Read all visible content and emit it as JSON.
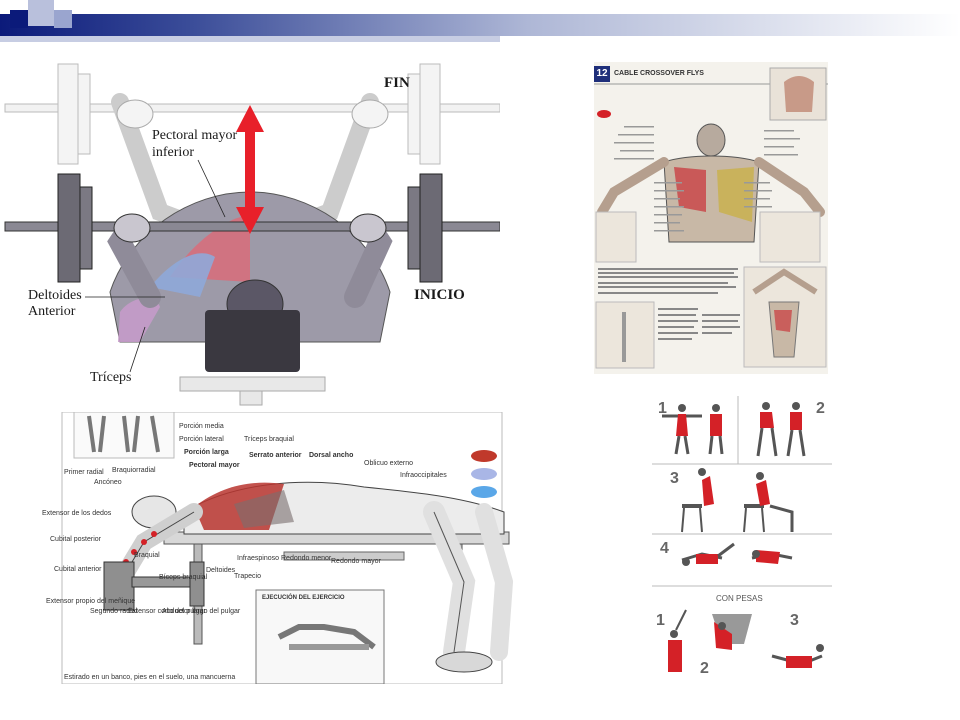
{
  "bench": {
    "fin": "FIN",
    "inicio": "INICIO",
    "pectoral_l1": "Pectoral mayor",
    "pectoral_l2": "inferior",
    "deltoides_l1": "Deltoides",
    "deltoides_l2": "Anterior",
    "triceps": "Tríceps"
  },
  "anatomy": {
    "labels": {
      "porcion_media": "Porción media",
      "porcion_lateral": "Porción lateral",
      "porcion_larga": "Porción larga",
      "triceps_braquial": "Tríceps braquial",
      "pectoral_mayor": "Pectoral mayor",
      "serrato_anterior": "Serrato anterior",
      "dorsal_ancho": "Dorsal ancho",
      "oblicuo_externo": "Oblicuo externo",
      "infraoccipitales": "Infraoccipitales",
      "braquiorradial": "Braquiorradial",
      "primer_radial": "Primer radial",
      "ancóneo": "Ancóneo",
      "extensor_dedos": "Extensor de los dedos",
      "cubital_posterior": "Cubital posterior",
      "cubital_anterior": "Cubital anterior",
      "extensor_menique": "Extensor propio del meñique",
      "segundo_radial": "Segundo radial",
      "extensor_pulgar": "Extensor corto del pulgar",
      "abductor_pulgar": "Abductor largo del pulgar",
      "braquial": "Braquial",
      "biceps": "Bíceps braquial",
      "deltoides": "Deltoides",
      "trapecio": "Trapecio",
      "infraespinoso": "Infraespinoso",
      "redondo_menor": "Redondo menor",
      "redondo_mayor": "Redondo mayor"
    },
    "inset_title": "EJECUCIÓN DEL EJERCICIO",
    "caption": "Estirado en un banco, pies en el suelo, una mancuerna"
  },
  "cable": {
    "number": "12",
    "title": "CABLE CROSSOVER FLYS"
  },
  "exercises": {
    "n1": "1",
    "n2": "2",
    "n3": "3",
    "n4": "4",
    "con_pesas": "CON PESAS",
    "w1": "1",
    "w2": "2",
    "w3": "3"
  },
  "colors": {
    "header_dark": "#0b1a7a",
    "muscle_red": "#d42127",
    "arrow_red": "#e8202a",
    "dot_red": "#c0392b",
    "dot_lilac": "#a9b6e6",
    "dot_blue": "#5aa7e8"
  }
}
